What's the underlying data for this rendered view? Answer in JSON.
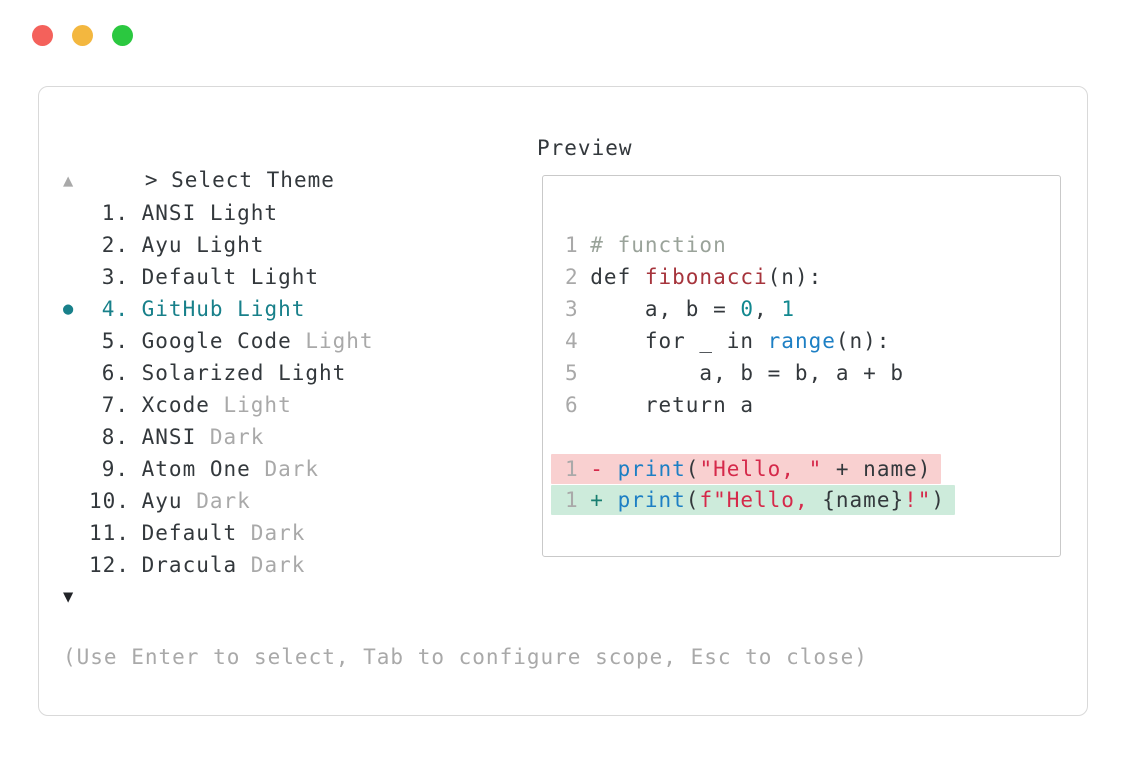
{
  "window": {
    "traffic_lights": [
      {
        "name": "close",
        "color": "#f4615b"
      },
      {
        "name": "minimize",
        "color": "#f3b73f"
      },
      {
        "name": "zoom",
        "color": "#2bc840"
      }
    ]
  },
  "colors": {
    "text": "#33383c",
    "muted": "#a9a9a9",
    "selected_teal": "#18808a",
    "panel_border": "#d9d9d9",
    "preview_border": "#c9c9c9",
    "diff_del_bg": "#f9d0d0",
    "diff_add_bg": "#cdebdb"
  },
  "theme_picker": {
    "prompt_symbol": ">",
    "title": "Select Theme",
    "scroll_up_symbol": "▲",
    "scroll_down_symbol": "▼",
    "selected_bullet": "●",
    "hint": "(Use Enter to select, Tab to configure scope, Esc to close)",
    "items": [
      {
        "number": "1.",
        "name": "ANSI",
        "variant": "Light",
        "variant_muted": false,
        "selected": false
      },
      {
        "number": "2.",
        "name": "Ayu",
        "variant": "Light",
        "variant_muted": false,
        "selected": false
      },
      {
        "number": "3.",
        "name": "Default",
        "variant": "Light",
        "variant_muted": false,
        "selected": false
      },
      {
        "number": "4.",
        "name": "GitHub",
        "variant": "Light",
        "variant_muted": false,
        "selected": true
      },
      {
        "number": "5.",
        "name": "Google Code",
        "variant": "Light",
        "variant_muted": true,
        "selected": false
      },
      {
        "number": "6.",
        "name": "Solarized",
        "variant": "Light",
        "variant_muted": false,
        "selected": false
      },
      {
        "number": "7.",
        "name": "Xcode",
        "variant": "Light",
        "variant_muted": true,
        "selected": false
      },
      {
        "number": "8.",
        "name": "ANSI",
        "variant": "Dark",
        "variant_muted": true,
        "selected": false
      },
      {
        "number": "9.",
        "name": "Atom One",
        "variant": "Dark",
        "variant_muted": true,
        "selected": false
      },
      {
        "number": "10.",
        "name": "Ayu",
        "variant": "Dark",
        "variant_muted": true,
        "selected": false
      },
      {
        "number": "11.",
        "name": "Default",
        "variant": "Dark",
        "variant_muted": true,
        "selected": false
      },
      {
        "number": "12.",
        "name": "Dracula",
        "variant": "Dark",
        "variant_muted": true,
        "selected": false
      }
    ]
  },
  "preview": {
    "title": "Preview",
    "token_colors": {
      "plain": "#33383c",
      "comment": "#9aa39a",
      "function": "#a6343c",
      "number": "#12888f",
      "builtin": "#1d7fc4",
      "string": "#d5294a",
      "del-sign": "#d5294a",
      "add-sign": "#177e70"
    },
    "code_lines": [
      {
        "num": "1",
        "diff": null,
        "tokens": [
          {
            "text": "# function",
            "style": "comment"
          }
        ]
      },
      {
        "num": "2",
        "diff": null,
        "tokens": [
          {
            "text": "def ",
            "style": "plain"
          },
          {
            "text": "fibonacci",
            "style": "function"
          },
          {
            "text": "(n):",
            "style": "plain"
          }
        ]
      },
      {
        "num": "3",
        "diff": null,
        "tokens": [
          {
            "text": "    a, b = ",
            "style": "plain"
          },
          {
            "text": "0",
            "style": "number"
          },
          {
            "text": ", ",
            "style": "plain"
          },
          {
            "text": "1",
            "style": "number"
          }
        ]
      },
      {
        "num": "4",
        "diff": null,
        "tokens": [
          {
            "text": "    for _ in ",
            "style": "plain"
          },
          {
            "text": "range",
            "style": "builtin"
          },
          {
            "text": "(n):",
            "style": "plain"
          }
        ]
      },
      {
        "num": "5",
        "diff": null,
        "tokens": [
          {
            "text": "        a, b = b, a + b",
            "style": "plain"
          }
        ]
      },
      {
        "num": "6",
        "diff": null,
        "tokens": [
          {
            "text": "    return a",
            "style": "plain"
          }
        ]
      },
      {
        "num": "",
        "diff": null,
        "tokens": []
      },
      {
        "num": "1",
        "diff": "del",
        "tokens": [
          {
            "text": "- ",
            "style": "del-sign"
          },
          {
            "text": "print",
            "style": "builtin"
          },
          {
            "text": "(",
            "style": "plain"
          },
          {
            "text": "\"Hello, \"",
            "style": "string"
          },
          {
            "text": " + name)",
            "style": "plain"
          }
        ]
      },
      {
        "num": "1",
        "diff": "add",
        "tokens": [
          {
            "text": "+ ",
            "style": "add-sign"
          },
          {
            "text": "print",
            "style": "builtin"
          },
          {
            "text": "(",
            "style": "plain"
          },
          {
            "text": "f\"Hello, ",
            "style": "string"
          },
          {
            "text": "{name}",
            "style": "plain"
          },
          {
            "text": "!\"",
            "style": "string"
          },
          {
            "text": ")",
            "style": "plain"
          }
        ]
      }
    ]
  }
}
